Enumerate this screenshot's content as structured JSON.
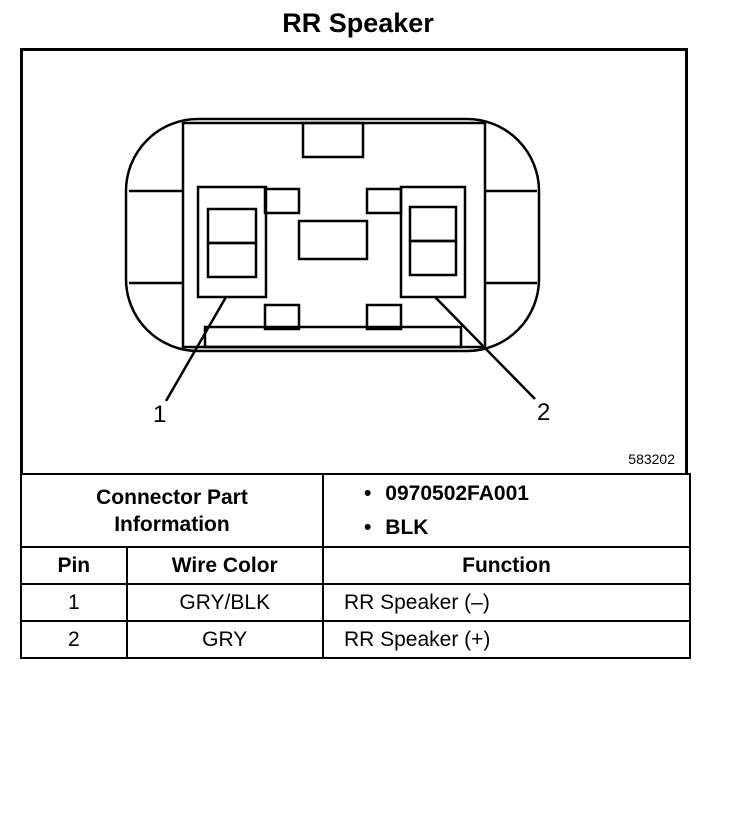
{
  "title": "RR Speaker",
  "figure": {
    "code": "583202",
    "callouts": [
      "1",
      "2"
    ]
  },
  "connector_info": {
    "label_line1": "Connector Part",
    "label_line2": "Information",
    "items": [
      "0970502FA001",
      "BLK"
    ]
  },
  "table": {
    "headers": [
      "Pin",
      "Wire Color",
      "Function"
    ],
    "rows": [
      {
        "pin": "1",
        "wire": "GRY/BLK",
        "function": "RR Speaker (–)"
      },
      {
        "pin": "2",
        "wire": "GRY",
        "function": "RR Speaker (+)"
      }
    ]
  }
}
